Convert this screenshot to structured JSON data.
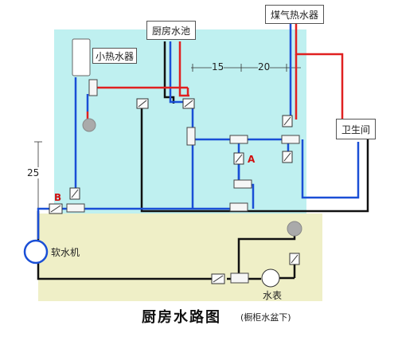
{
  "diagram": {
    "title": "厨房水路图",
    "subtitle": "(橱柜水盆下)",
    "labels": {
      "small_heater": "小热水器",
      "kitchen_sink": "厨房水池",
      "gas_heater": "煤气热水器",
      "bathroom": "卫生间",
      "softener": "软水机",
      "meter": "水表",
      "dim_15": "15",
      "dim_20": "20",
      "dim_25": "25",
      "point_a": "A",
      "point_b": "B"
    },
    "colors": {
      "hot_pipe": "#e02020",
      "cold_pipe": "#1a4fd6",
      "drain_pipe": "#111111",
      "wall_zone": "#bff0f0",
      "floor_zone": "#efefc7",
      "point_label": "#d01010"
    }
  }
}
